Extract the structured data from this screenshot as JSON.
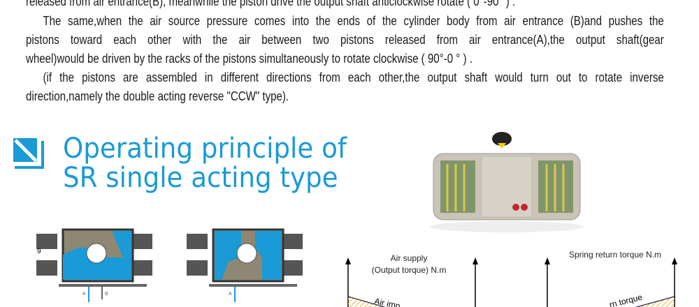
{
  "paragraphs": {
    "line0": "released from air entrance(B), meanwhile the piston drive  the output shaft anticlockwise rotate ( 0°-90° ) .",
    "p2_l1": "The same,when the  air source pressure comes into the ends of the cylinder body from air entrance (B)and pushes the",
    "p2_l2": "pistons toward each other with the air between two pistons released from air entrance(A),the output shaft(gear",
    "p2_l3": "wheel)would be driven by the racks of the pistons simultaneously to rotate clockwise ( 90°-0 ° ) .",
    "p3_l1": "(if the pistons are assembled in different directions from each other,the output shaft would turn out to rotate inverse",
    "p3_l2": "direction,namely the double acting reverse \"CCW\" type)."
  },
  "section": {
    "title_line1": "Operating principle of",
    "title_line2": "SR single  acting type"
  },
  "diagrams": {
    "label_a": "A",
    "label_b": "B",
    "label_9": "9"
  },
  "charts": {
    "left_title_1": "Air supply",
    "left_title_2": "(Output torque) N.m",
    "left_curve_label": "Air imp",
    "right_title": "Spring return torque N.m",
    "right_curve_label": "rn torque"
  },
  "colors": {
    "accent": "#1a9ad6",
    "hatch": "#e8b84a"
  }
}
